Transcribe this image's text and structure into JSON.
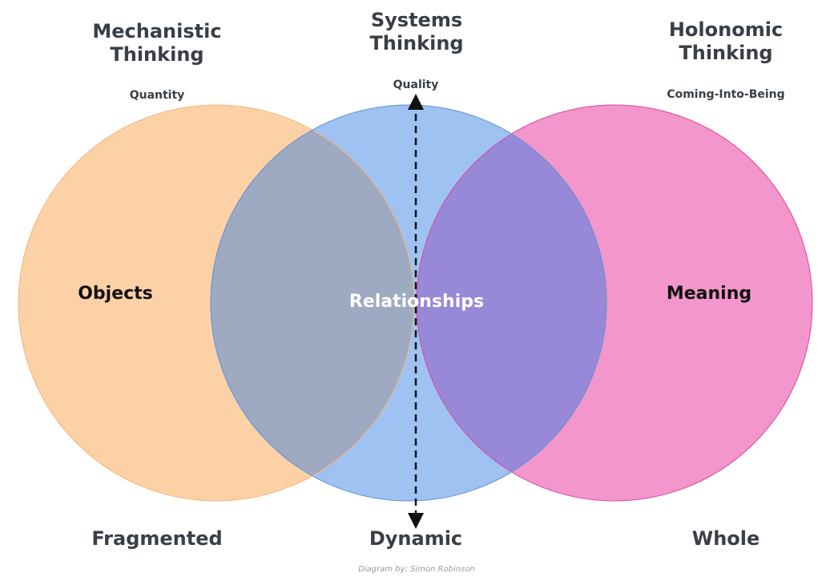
{
  "headings": {
    "mechanistic": [
      "Mechanistic",
      "Thinking"
    ],
    "systems": [
      "Systems",
      "Thinking"
    ],
    "holonomic": [
      "Holonomic",
      "Thinking"
    ]
  },
  "subheadings": {
    "mechanistic": "Quantity",
    "systems": "Quality",
    "holonomic": "Coming-Into-Being"
  },
  "center_labels": {
    "mechanistic": "Objects",
    "systems": "Relationships",
    "holonomic": "Meaning"
  },
  "bottom_labels": {
    "mechanistic": "Fragmented",
    "systems": "Dynamic",
    "holonomic": "Whole"
  },
  "credit": "Diagram by: Simon Robinson",
  "colors": {
    "mechanistic_fill": "#fcd1a6",
    "mechanistic_stroke": "#f5b57a",
    "systems_fill": "#9ec3f2",
    "systems_stroke": "#5b8fd9",
    "holonomic_fill": "#f296cc",
    "holonomic_stroke": "#d9459a",
    "overlap_left": "#9eaac2",
    "overlap_right": "#9889d8",
    "axis": "#111111",
    "text": "#3a3f47"
  }
}
